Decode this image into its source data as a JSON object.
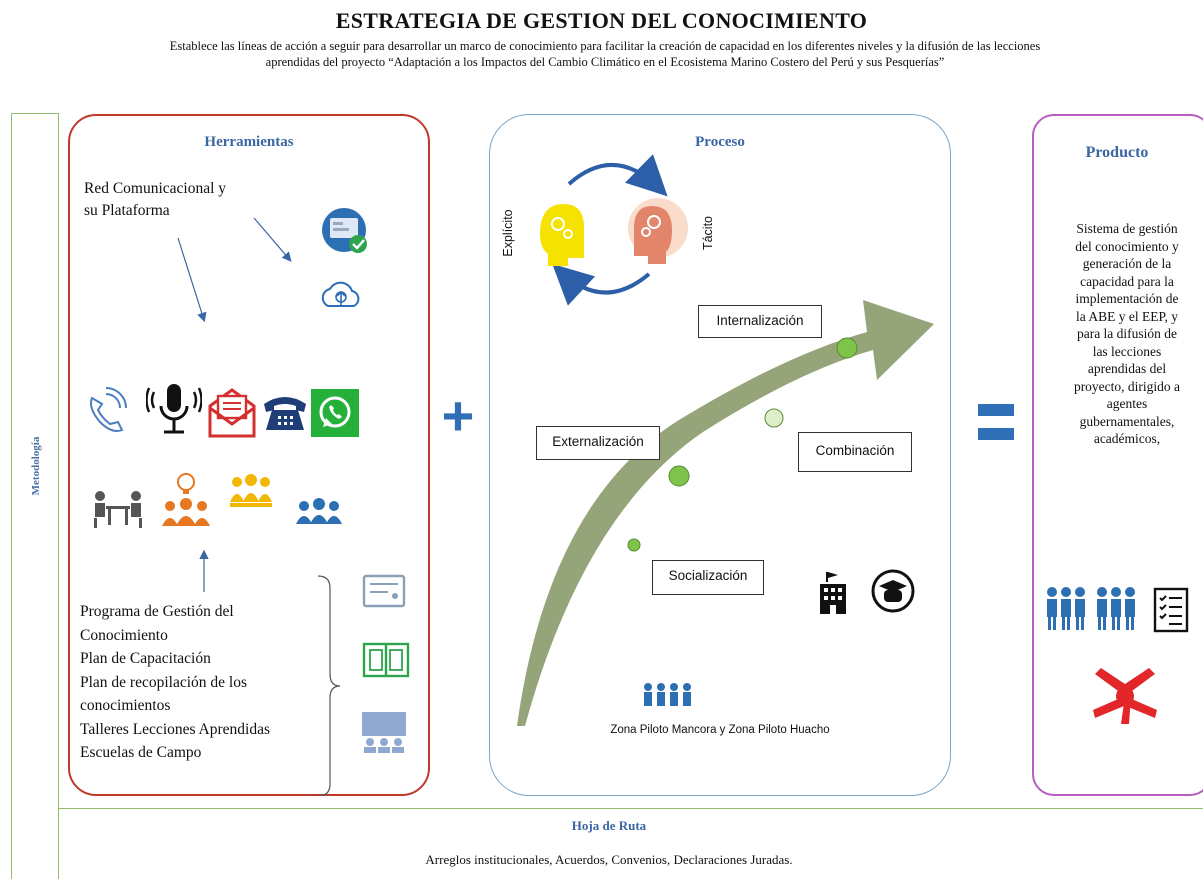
{
  "header": {
    "title": "ESTRATEGIA DE GESTION DEL CONOCIMIENTO",
    "subtitle_line1": "Establece las líneas de acción a seguir para desarrollar un marco de conocimiento para facilitar la creación de capacidad en los diferentes niveles y la difusión de las lecciones",
    "subtitle_line2": "aprendidas del proyecto “Adaptación a los Impactos del Cambio Climático en el Ecosistema Marino Costero del Perú y sus Pesquerías”"
  },
  "side_label": "Metodología",
  "herramientas": {
    "heading": "Herramientas",
    "red_line1": "Red Comunicacional y",
    "red_line2": "su Plataforma",
    "items": [
      "Programa de Gestión del",
      "Conocimiento",
      "Plan de Capacitación",
      "Plan de recopilación de los",
      "conocimientos",
      "Talleres Lecciones Aprendidas",
      "Escuelas de Campo"
    ]
  },
  "proceso": {
    "heading": "Proceso",
    "explicito": "Explícito",
    "tacito": "Tácito",
    "stages": {
      "internalizacion": "Internalización",
      "externalizacion": "Externalización",
      "combinacion": "Combinación",
      "socializacion": "Socialización"
    },
    "zona": "Zona Piloto Mancora y Zona Piloto Huacho"
  },
  "operators": {
    "plus": "+",
    "equals": "="
  },
  "producto": {
    "heading": "Producto",
    "lines": [
      "Sistema de gestión",
      "del conocimiento y",
      "generación de la",
      "capacidad para la",
      "implementación de",
      "la ABE y el EEP, y",
      "para la difusión de",
      "las lecciones",
      "aprendidas del",
      "proyecto, dirigido a",
      "agentes",
      "gubernamentales,",
      "académicos,"
    ]
  },
  "hoja_de_ruta": {
    "heading": "Hoja de Ruta",
    "text": "Arreglos institucionales, Acuerdos, Convenios, Declaraciones Juradas."
  },
  "colors": {
    "herramientas_border": "#c0392b",
    "proceso_border": "#7aa6c9",
    "producto_border": "#b65fc0",
    "metodologia_border": "#8fbf6a",
    "heading_blue": "#3a66a3",
    "operator_blue": "#2f6fb5",
    "arrow_green": "#8a9a6a"
  },
  "icons": [
    "computer-check-icon",
    "cloud-upload-icon",
    "phone-icon",
    "microphone-icon",
    "mail-icon",
    "telephone-icon",
    "whatsapp-icon",
    "meeting-icon",
    "ideas-group-icon",
    "team-icon",
    "users-icon",
    "certificate-icon",
    "book-icon",
    "presentation-icon",
    "building-icon",
    "graduate-icon",
    "people-row-icon",
    "checklist-icon",
    "collaboration-hands-icon"
  ]
}
